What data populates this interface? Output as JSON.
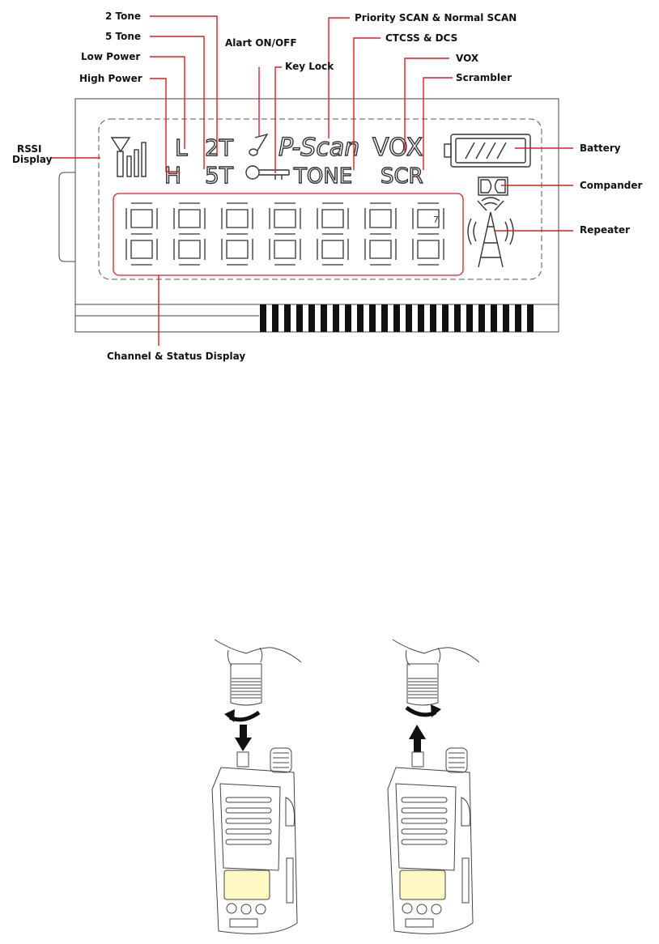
{
  "callouts": {
    "two_tone": "2 Tone",
    "five_tone": "5 Tone",
    "low_power": "Low Power",
    "high_power": "High Power",
    "alert": "Alart ON/OFF",
    "key_lock": "Key Lock",
    "scan": "Priority SCAN & Normal SCAN",
    "ctcss": "CTCSS & DCS",
    "vox": "VOX",
    "scrambler": "Scrambler",
    "rssi_line1": "RSSI",
    "rssi_line2": "Display",
    "battery": "Battery",
    "compander": "Compander",
    "repeater": "Repeater",
    "channel": "Channel & Status Display"
  },
  "lcd": {
    "low": "L",
    "high": "H",
    "two_t": "2T",
    "five_t": "5T",
    "pscan": "P-Scan",
    "vox": "VOX",
    "tone": "TONE",
    "scr": "SCR",
    "small_digit": "7"
  },
  "colors": {
    "leader": "#e11b22",
    "outline": "#333333",
    "text": "#111111"
  }
}
